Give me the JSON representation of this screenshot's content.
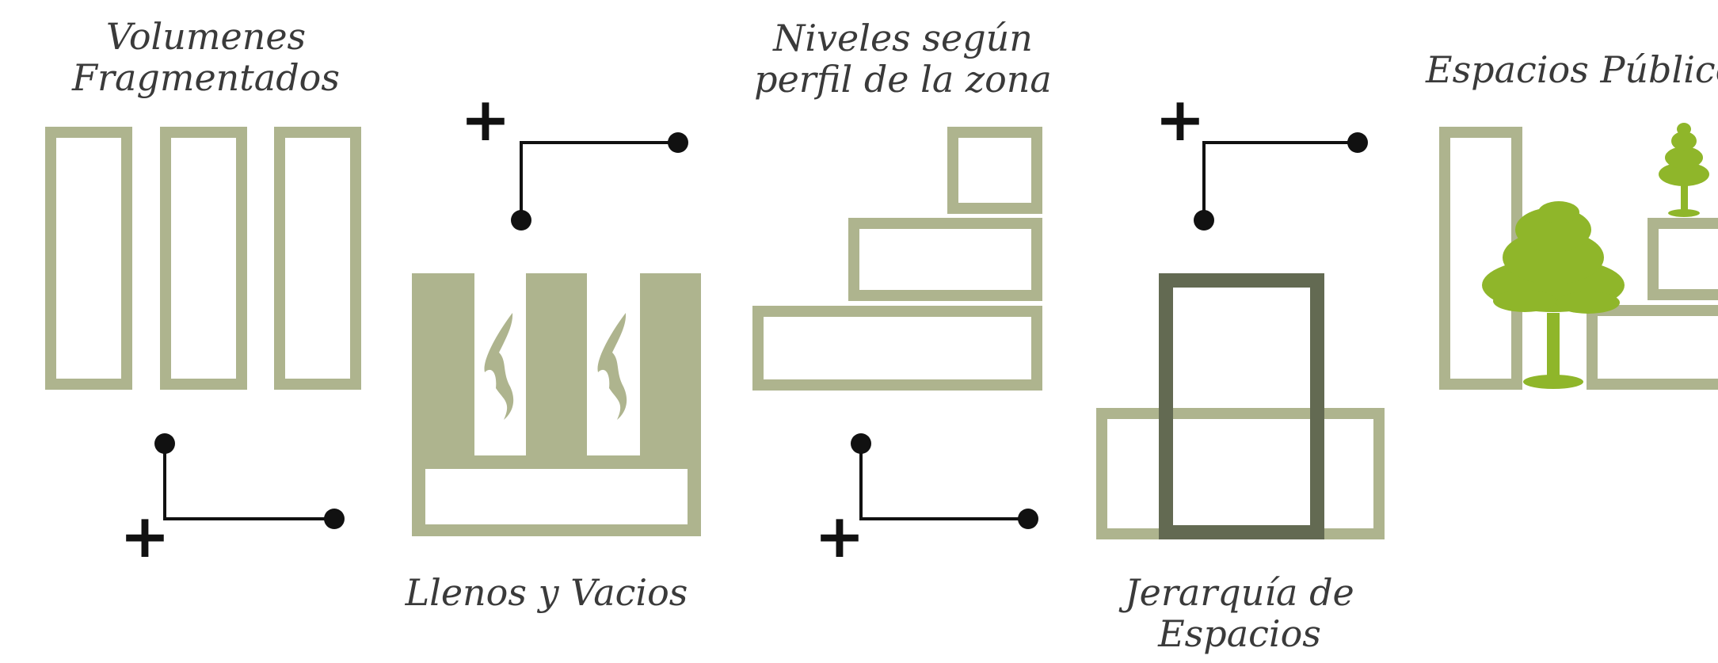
{
  "colors": {
    "sage": "#aeb48e",
    "dark_olive": "#636a52",
    "tree_green": "#8fb62a",
    "tree_dark": "#7a9e22",
    "black": "#111111",
    "text": "#3a3a3a"
  },
  "panels": [
    {
      "id": "volumenes",
      "title_lines": [
        "Volumenes",
        "Fragmentados"
      ],
      "caption_lines": []
    },
    {
      "id": "llenos",
      "title_lines": [],
      "caption_lines": [
        "Llenos y Vacios"
      ]
    },
    {
      "id": "niveles",
      "title_lines": [
        "Niveles según",
        "perfil de la zona"
      ],
      "caption_lines": []
    },
    {
      "id": "jerarquia",
      "title_lines": [],
      "caption_lines": [
        "Jerarquía de",
        "Espacios"
      ]
    },
    {
      "id": "espacios",
      "title_lines": [
        "Espacios Públicos"
      ],
      "caption_lines": []
    }
  ],
  "axis_glyph": "+"
}
